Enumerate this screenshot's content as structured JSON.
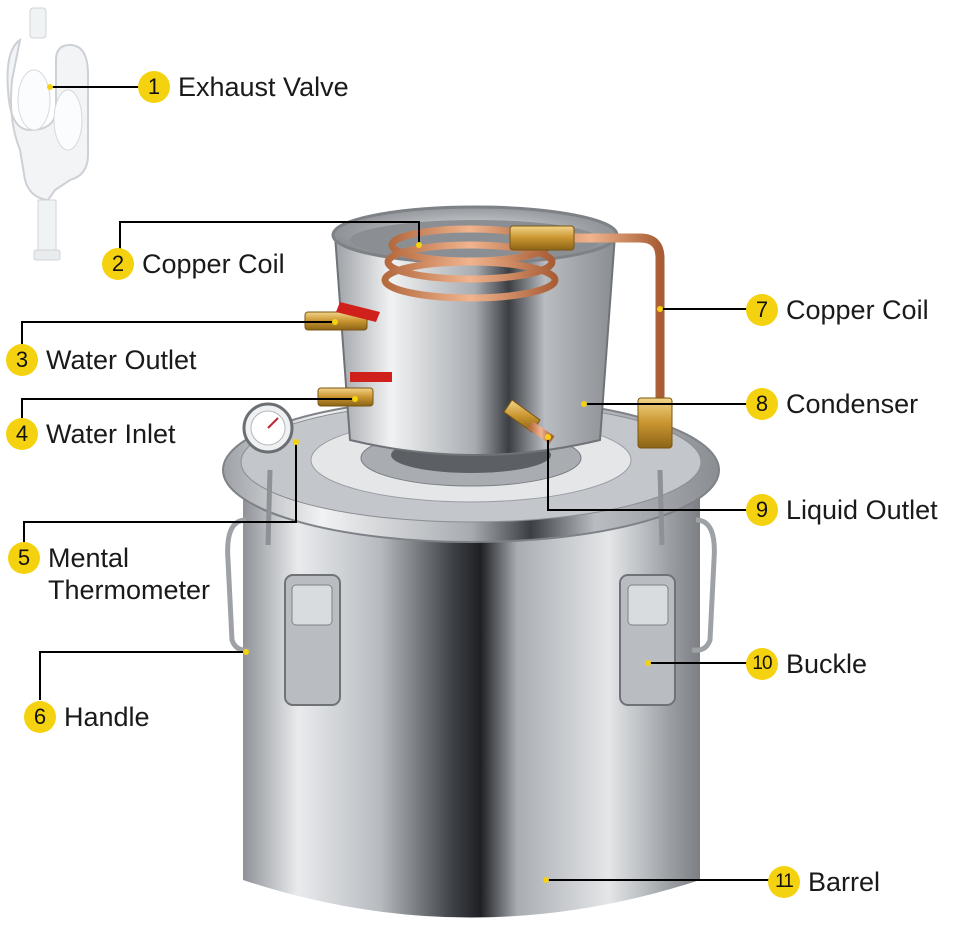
{
  "callouts": [
    {
      "num": "1",
      "label": "Exhaust Valve"
    },
    {
      "num": "2",
      "label": "Copper Coil"
    },
    {
      "num": "3",
      "label": "Water Outlet"
    },
    {
      "num": "4",
      "label": "Water Inlet"
    },
    {
      "num": "5",
      "label": "Mental\nThermometer"
    },
    {
      "num": "6",
      "label": "Handle"
    },
    {
      "num": "7",
      "label": "Copper Coil"
    },
    {
      "num": "8",
      "label": "Condenser"
    },
    {
      "num": "9",
      "label": "Liquid Outlet"
    },
    {
      "num": "10",
      "label": "Buckle"
    },
    {
      "num": "11",
      "label": "Barrel"
    }
  ],
  "colors": {
    "badge": "#f5d20f",
    "leader_line": "#000000",
    "leader_dot": "#f5d20f",
    "steel": "#c9ccd0",
    "copper": "#d98a5c",
    "brass": "#d4a53c",
    "valve_red": "#d0201c"
  }
}
